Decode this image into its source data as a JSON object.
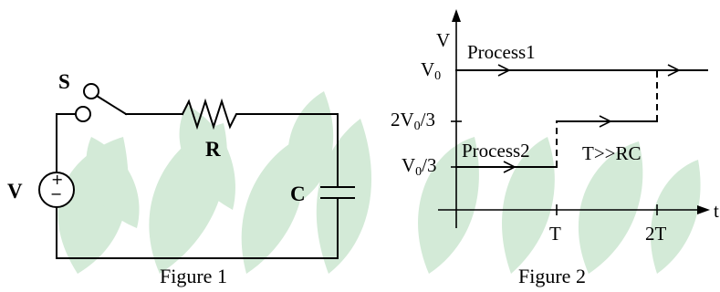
{
  "figure1": {
    "caption": "Figure 1",
    "switch_label": "S",
    "resistor_label": "R",
    "capacitor_label": "C",
    "source_label": "V",
    "source_plus": "+",
    "source_minus": "−"
  },
  "figure2": {
    "caption": "Figure 2",
    "y_axis_label": "V",
    "x_axis_label": "t",
    "y_ticks": [
      {
        "label_main": "V",
        "label_sub": "0",
        "label_tail": ""
      },
      {
        "label_main": "2V",
        "label_sub": "0",
        "label_tail": "/3"
      },
      {
        "label_main": "V",
        "label_sub": "0",
        "label_tail": "/3"
      }
    ],
    "x_ticks": [
      "T",
      "2T"
    ],
    "process1_label": "Process1",
    "process2_label": "Process2",
    "condition_label": "T>>RC"
  },
  "colors": {
    "watermark_leaf": "#d3ead7",
    "ink": "#000000"
  }
}
